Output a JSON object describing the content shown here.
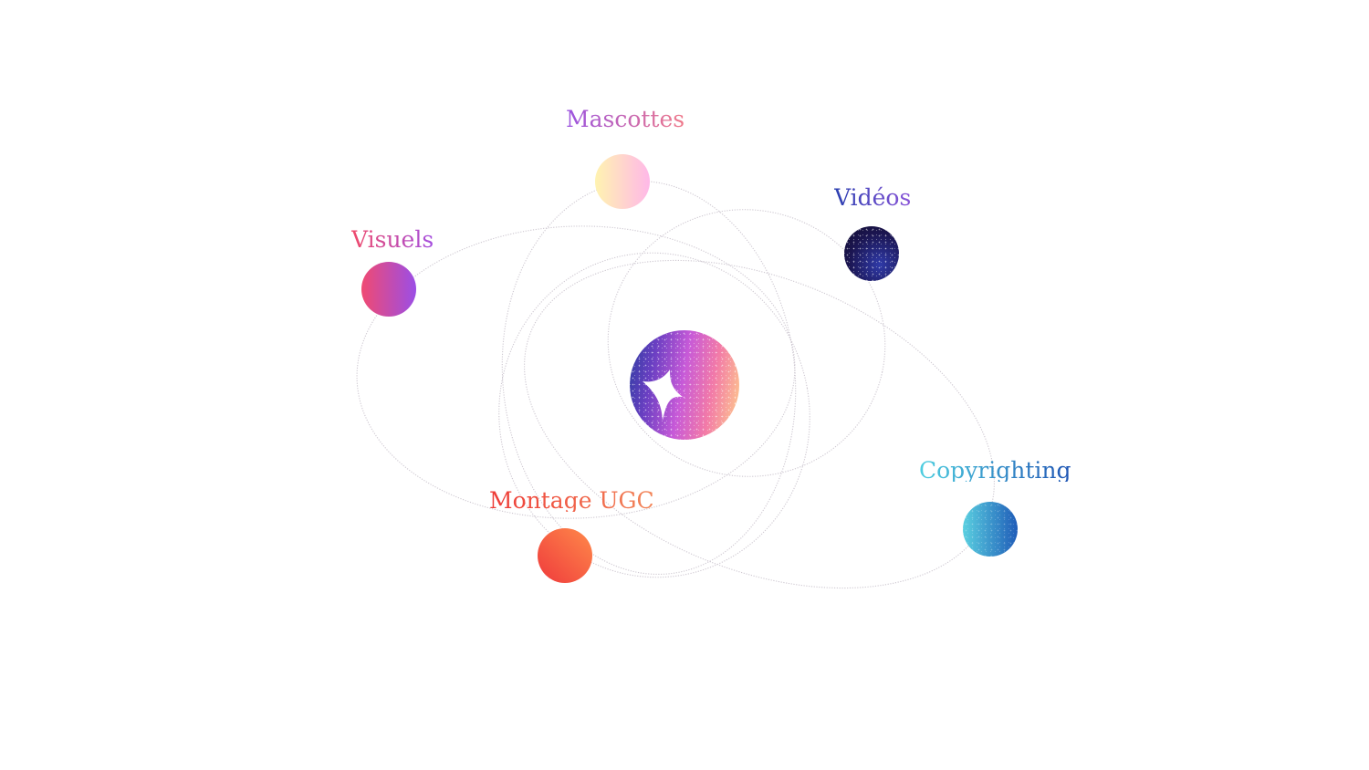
{
  "diagram": {
    "center": {
      "icon": "sparkle-star-icon"
    },
    "nodes": [
      {
        "key": "mascottes",
        "label": "Mascottes",
        "colors": [
          "#9a53e0",
          "#f07a8a"
        ],
        "planet": [
          "#fff3b0",
          "#ffb8e8"
        ]
      },
      {
        "key": "videos",
        "label": "Vidéos",
        "colors": [
          "#2a3fb0",
          "#8a55d8"
        ],
        "planet": [
          "#1a1240",
          "#2a2f8a"
        ]
      },
      {
        "key": "visuels",
        "label": "Visuels",
        "colors": [
          "#f04a6a",
          "#a44ee0"
        ],
        "planet": [
          "#f04a72",
          "#9b4ee6"
        ]
      },
      {
        "key": "montage-ugc",
        "label": "Montage UGC",
        "colors": [
          "#ee3a36",
          "#f2875a"
        ],
        "planet": [
          "#ef3a3c",
          "#ff8a4a"
        ]
      },
      {
        "key": "copyrighting",
        "label": "Copyrighting",
        "colors": [
          "#4fcfe0",
          "#1f55b4"
        ],
        "planet": [
          "#5ad0e0",
          "#1f5cb8"
        ]
      }
    ]
  }
}
